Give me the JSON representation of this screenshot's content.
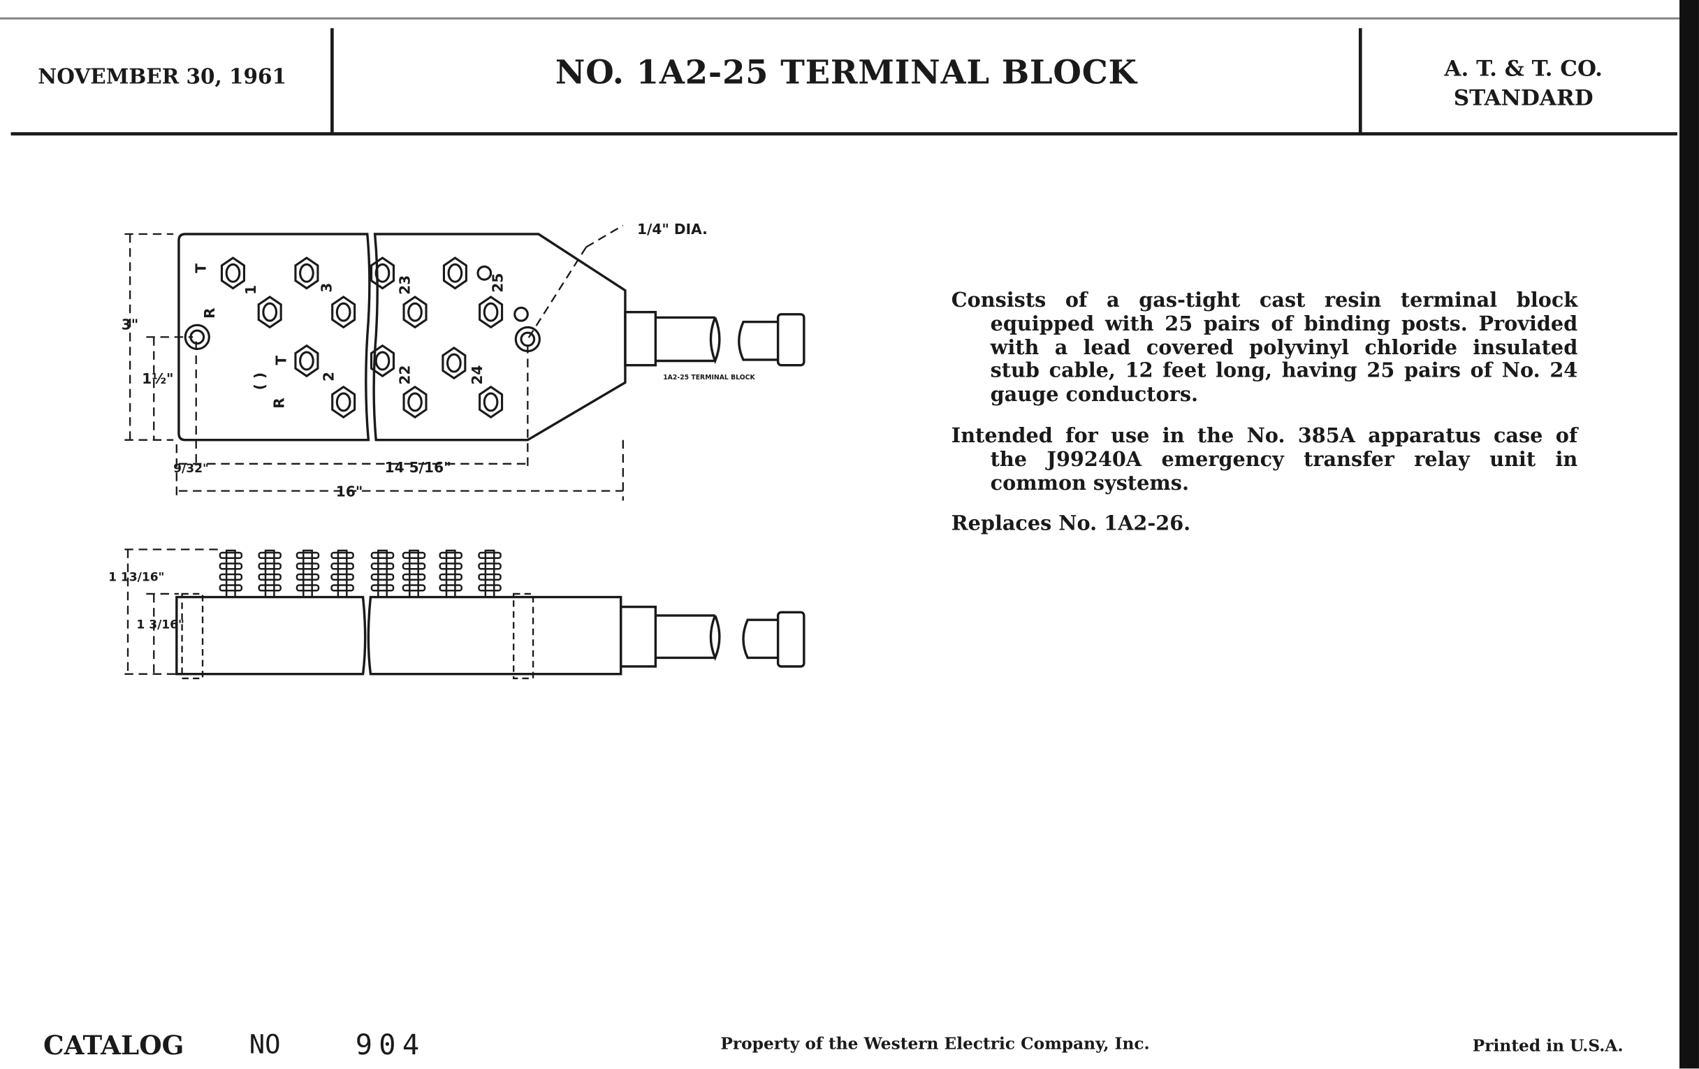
{
  "header": {
    "date": "NOVEMBER 30, 1961",
    "title": "NO. 1A2-25 TERMINAL BLOCK",
    "standard_line1": "A. T. & T. CO.",
    "standard_line2": "STANDARD"
  },
  "description": {
    "paragraph1": [
      "Consists of a gas-tight cast resin terminal block",
      "equipped with 25 pairs of binding posts. Provided",
      "with a lead covered polyvinyl chloride insulated",
      "stub cable, 12 feet long, having 25 pairs of No. 24",
      "gauge conductors."
    ],
    "paragraph2": [
      "Intended for use in the No. 385A apparatus case of",
      "the J99240A emergency transfer relay unit in",
      "common systems."
    ],
    "paragraph3": [
      "Replaces No. 1A2-26."
    ]
  },
  "drawing": {
    "dim_height": "3\"",
    "dim_mount_height": "1½\"",
    "dim_offset": "9/32\"",
    "dim_mount_span": "14 5/16\"",
    "dim_length": "16\"",
    "dim_hole": "1/4\" DIA.",
    "dim_side_total": "1 13/16\"",
    "dim_side_body": "1 3/16\"",
    "cable_label": "1A2-25 TERMINAL BLOCK",
    "post_labels": [
      "T",
      "R",
      "1",
      "3",
      "T",
      "R",
      "( )",
      "2",
      "23",
      "25",
      "22",
      "24"
    ]
  },
  "footer": {
    "catalog": "CATALOG",
    "no": "NO",
    "number": "904",
    "property": "Property of the Western Electric Company, Inc.",
    "printed": "Printed in U.S.A."
  }
}
